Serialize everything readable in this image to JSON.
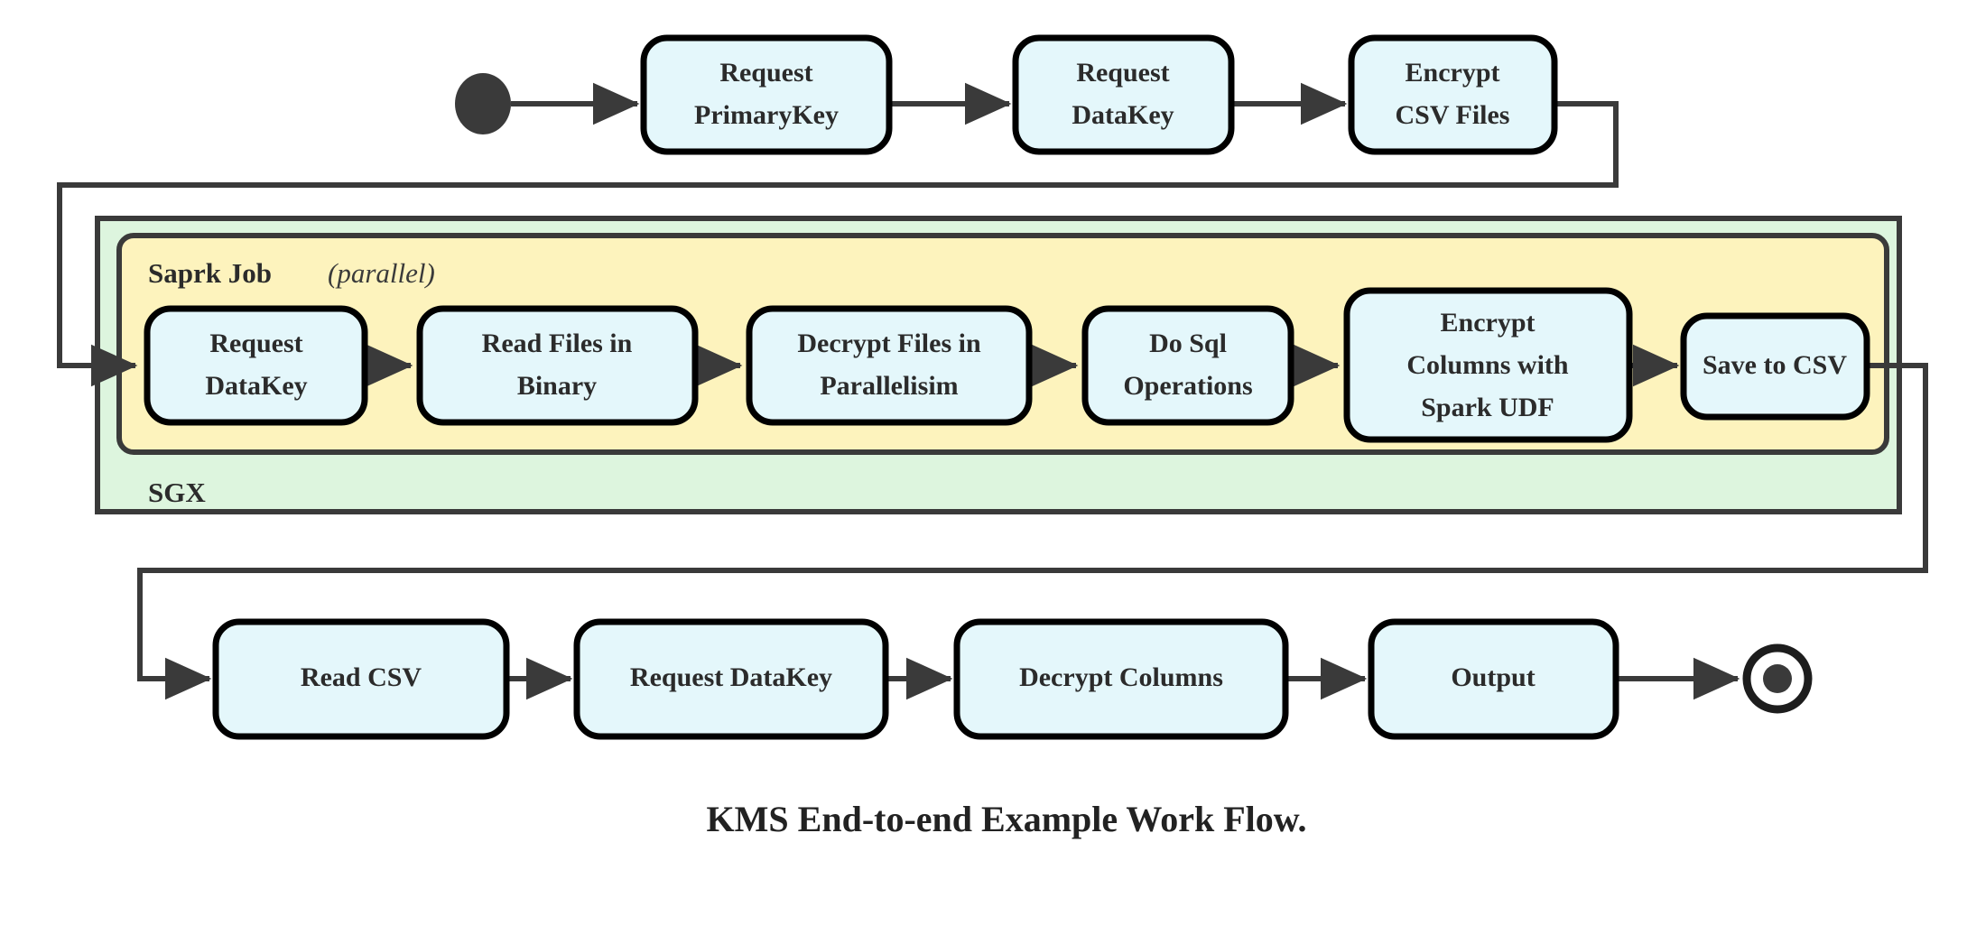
{
  "diagram": {
    "caption": "KMS End-to-end Example Work Flow.",
    "colors": {
      "node_fill": "#e4f7fb",
      "node_stroke": "#000000",
      "sgx_fill": "#ddf5de",
      "sgx_stroke": "#3a3a3a",
      "spark_fill": "#fdf3bd",
      "spark_stroke": "#3a3a3a",
      "edge": "#3a3a3a",
      "marker": "#3a3a3a",
      "text": "#2b2b2b",
      "background": "#ffffff"
    },
    "start_node": {
      "name": "start-node",
      "shape": "filled-circle"
    },
    "end_node": {
      "name": "end-node",
      "shape": "bullseye-circle"
    },
    "groups": [
      {
        "id": "sgx",
        "label": "SGX",
        "label_position": "bottom-left"
      },
      {
        "id": "spark-job",
        "label": "Saprk Job",
        "label_suffix": "(parallel)",
        "label_position": "top-left"
      }
    ],
    "rows": {
      "top": {
        "nodes": [
          {
            "id": "request-primarykey",
            "line1": "Request",
            "line2": "PrimaryKey"
          },
          {
            "id": "request-datakey-top",
            "line1": "Request",
            "line2": "DataKey"
          },
          {
            "id": "encrypt-csv-files",
            "line1": "Encrypt",
            "line2": "CSV Files"
          }
        ]
      },
      "middle": {
        "nodes": [
          {
            "id": "request-datakey-spark",
            "line1": "Request",
            "line2": "DataKey"
          },
          {
            "id": "read-files-in-binary",
            "line1": "Read Files in",
            "line2": "Binary"
          },
          {
            "id": "decrypt-files-in-parallelisim",
            "line1": "Decrypt Files in",
            "line2": "Parallelisim"
          },
          {
            "id": "do-sql-operations",
            "line1": "Do Sql",
            "line2": "Operations"
          },
          {
            "id": "encrypt-columns-with-spark-udf",
            "line1": "Encrypt",
            "line2": "Columns with",
            "line3": "Spark UDF"
          },
          {
            "id": "save-to-csv",
            "line1": "Save to CSV"
          }
        ]
      },
      "bottom": {
        "nodes": [
          {
            "id": "read-csv",
            "line1": "Read CSV"
          },
          {
            "id": "request-datakey-bottom",
            "line1": "Request DataKey"
          },
          {
            "id": "decrypt-columns",
            "line1": "Decrypt Columns"
          },
          {
            "id": "output",
            "line1": "Output"
          }
        ]
      }
    }
  }
}
